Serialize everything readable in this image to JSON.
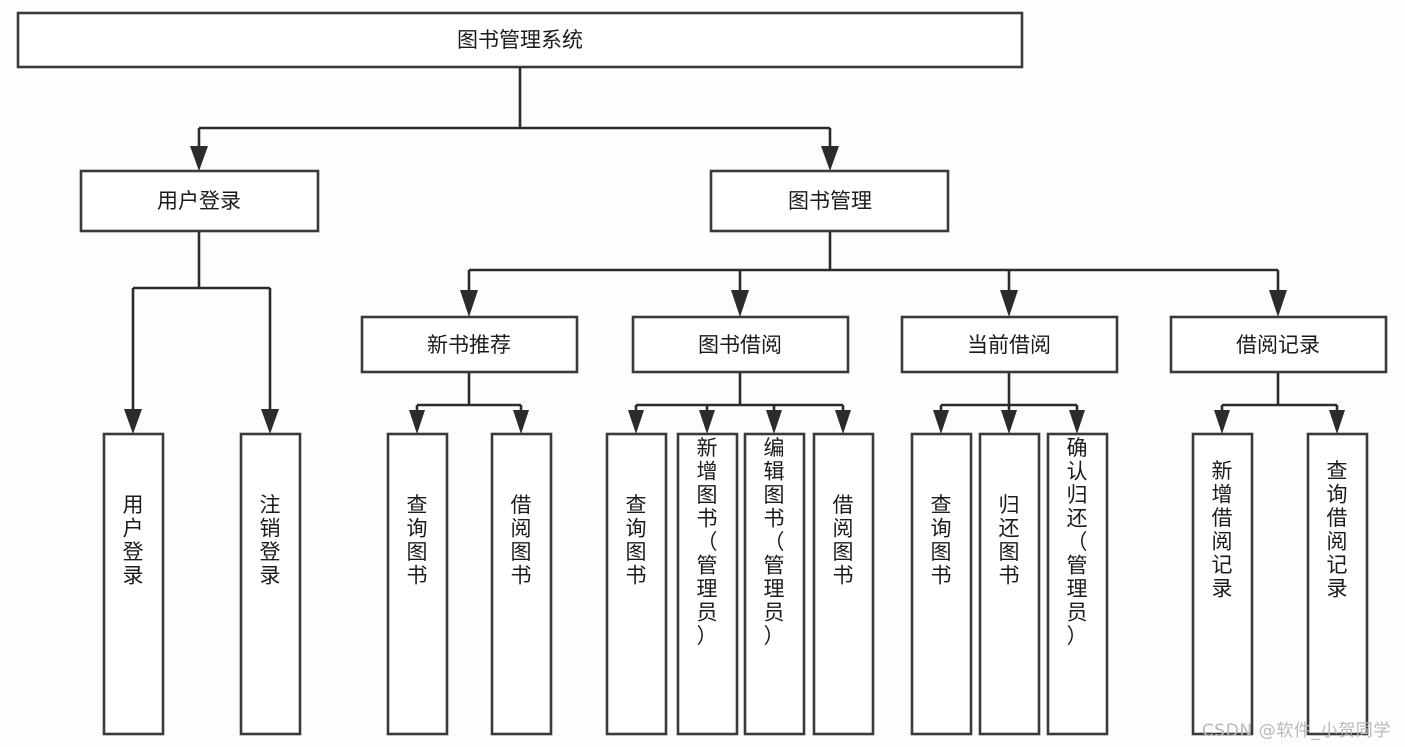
{
  "diagram": {
    "title": "图书管理系统",
    "type": "tree-hierarchy-diagram",
    "watermark": "CSDN @软件_小贺同学",
    "colors": {
      "box_stroke": "#3a3a3a",
      "box_fill": "#ffffff",
      "connector": "#2b2b2b",
      "text": "#1b1b1b",
      "background": "#fdfdfd",
      "watermark": "#b9b9b9"
    },
    "root": {
      "id": "root",
      "label": "图书管理系统",
      "orientation": "horizontal"
    },
    "level2": [
      {
        "id": "user-login",
        "label": "用户登录",
        "orientation": "horizontal"
      },
      {
        "id": "book-management",
        "label": "图书管理",
        "orientation": "horizontal"
      }
    ],
    "level3": [
      {
        "id": "new-book-recommend",
        "label": "新书推荐",
        "orientation": "horizontal",
        "parent": "book-management"
      },
      {
        "id": "book-borrow",
        "label": "图书借阅",
        "orientation": "horizontal",
        "parent": "book-management"
      },
      {
        "id": "current-borrow",
        "label": "当前借阅",
        "orientation": "horizontal",
        "parent": "book-management"
      },
      {
        "id": "borrow-record",
        "label": "借阅记录",
        "orientation": "horizontal",
        "parent": "book-management"
      }
    ],
    "leaves": [
      {
        "id": "leaf-user-login",
        "label": "用户登录",
        "orientation": "vertical",
        "parent": "user-login"
      },
      {
        "id": "leaf-user-logout",
        "label": "注销登录",
        "orientation": "vertical",
        "parent": "user-login"
      },
      {
        "id": "leaf-query-book-1",
        "label": "查询图书",
        "orientation": "vertical",
        "parent": "new-book-recommend"
      },
      {
        "id": "leaf-borrow-book-1",
        "label": "借阅图书",
        "orientation": "vertical",
        "parent": "new-book-recommend"
      },
      {
        "id": "leaf-query-book-2",
        "label": "查询图书",
        "orientation": "vertical",
        "parent": "book-borrow"
      },
      {
        "id": "leaf-add-book",
        "label": "新增图书（管理员）",
        "orientation": "vertical",
        "parent": "book-borrow"
      },
      {
        "id": "leaf-edit-book",
        "label": "编辑图书（管理员）",
        "orientation": "vertical",
        "parent": "book-borrow"
      },
      {
        "id": "leaf-borrow-book-2",
        "label": "借阅图书",
        "orientation": "vertical",
        "parent": "book-borrow"
      },
      {
        "id": "leaf-query-book-3",
        "label": "查询图书",
        "orientation": "vertical",
        "parent": "current-borrow"
      },
      {
        "id": "leaf-return-book",
        "label": "归还图书",
        "orientation": "vertical",
        "parent": "current-borrow"
      },
      {
        "id": "leaf-confirm-return",
        "label": "确认归还（管理员）",
        "orientation": "vertical",
        "parent": "current-borrow"
      },
      {
        "id": "leaf-add-record",
        "label": "新增借阅记录",
        "orientation": "vertical",
        "parent": "borrow-record"
      },
      {
        "id": "leaf-query-record",
        "label": "查询借阅记录",
        "orientation": "vertical",
        "parent": "borrow-record"
      }
    ]
  }
}
